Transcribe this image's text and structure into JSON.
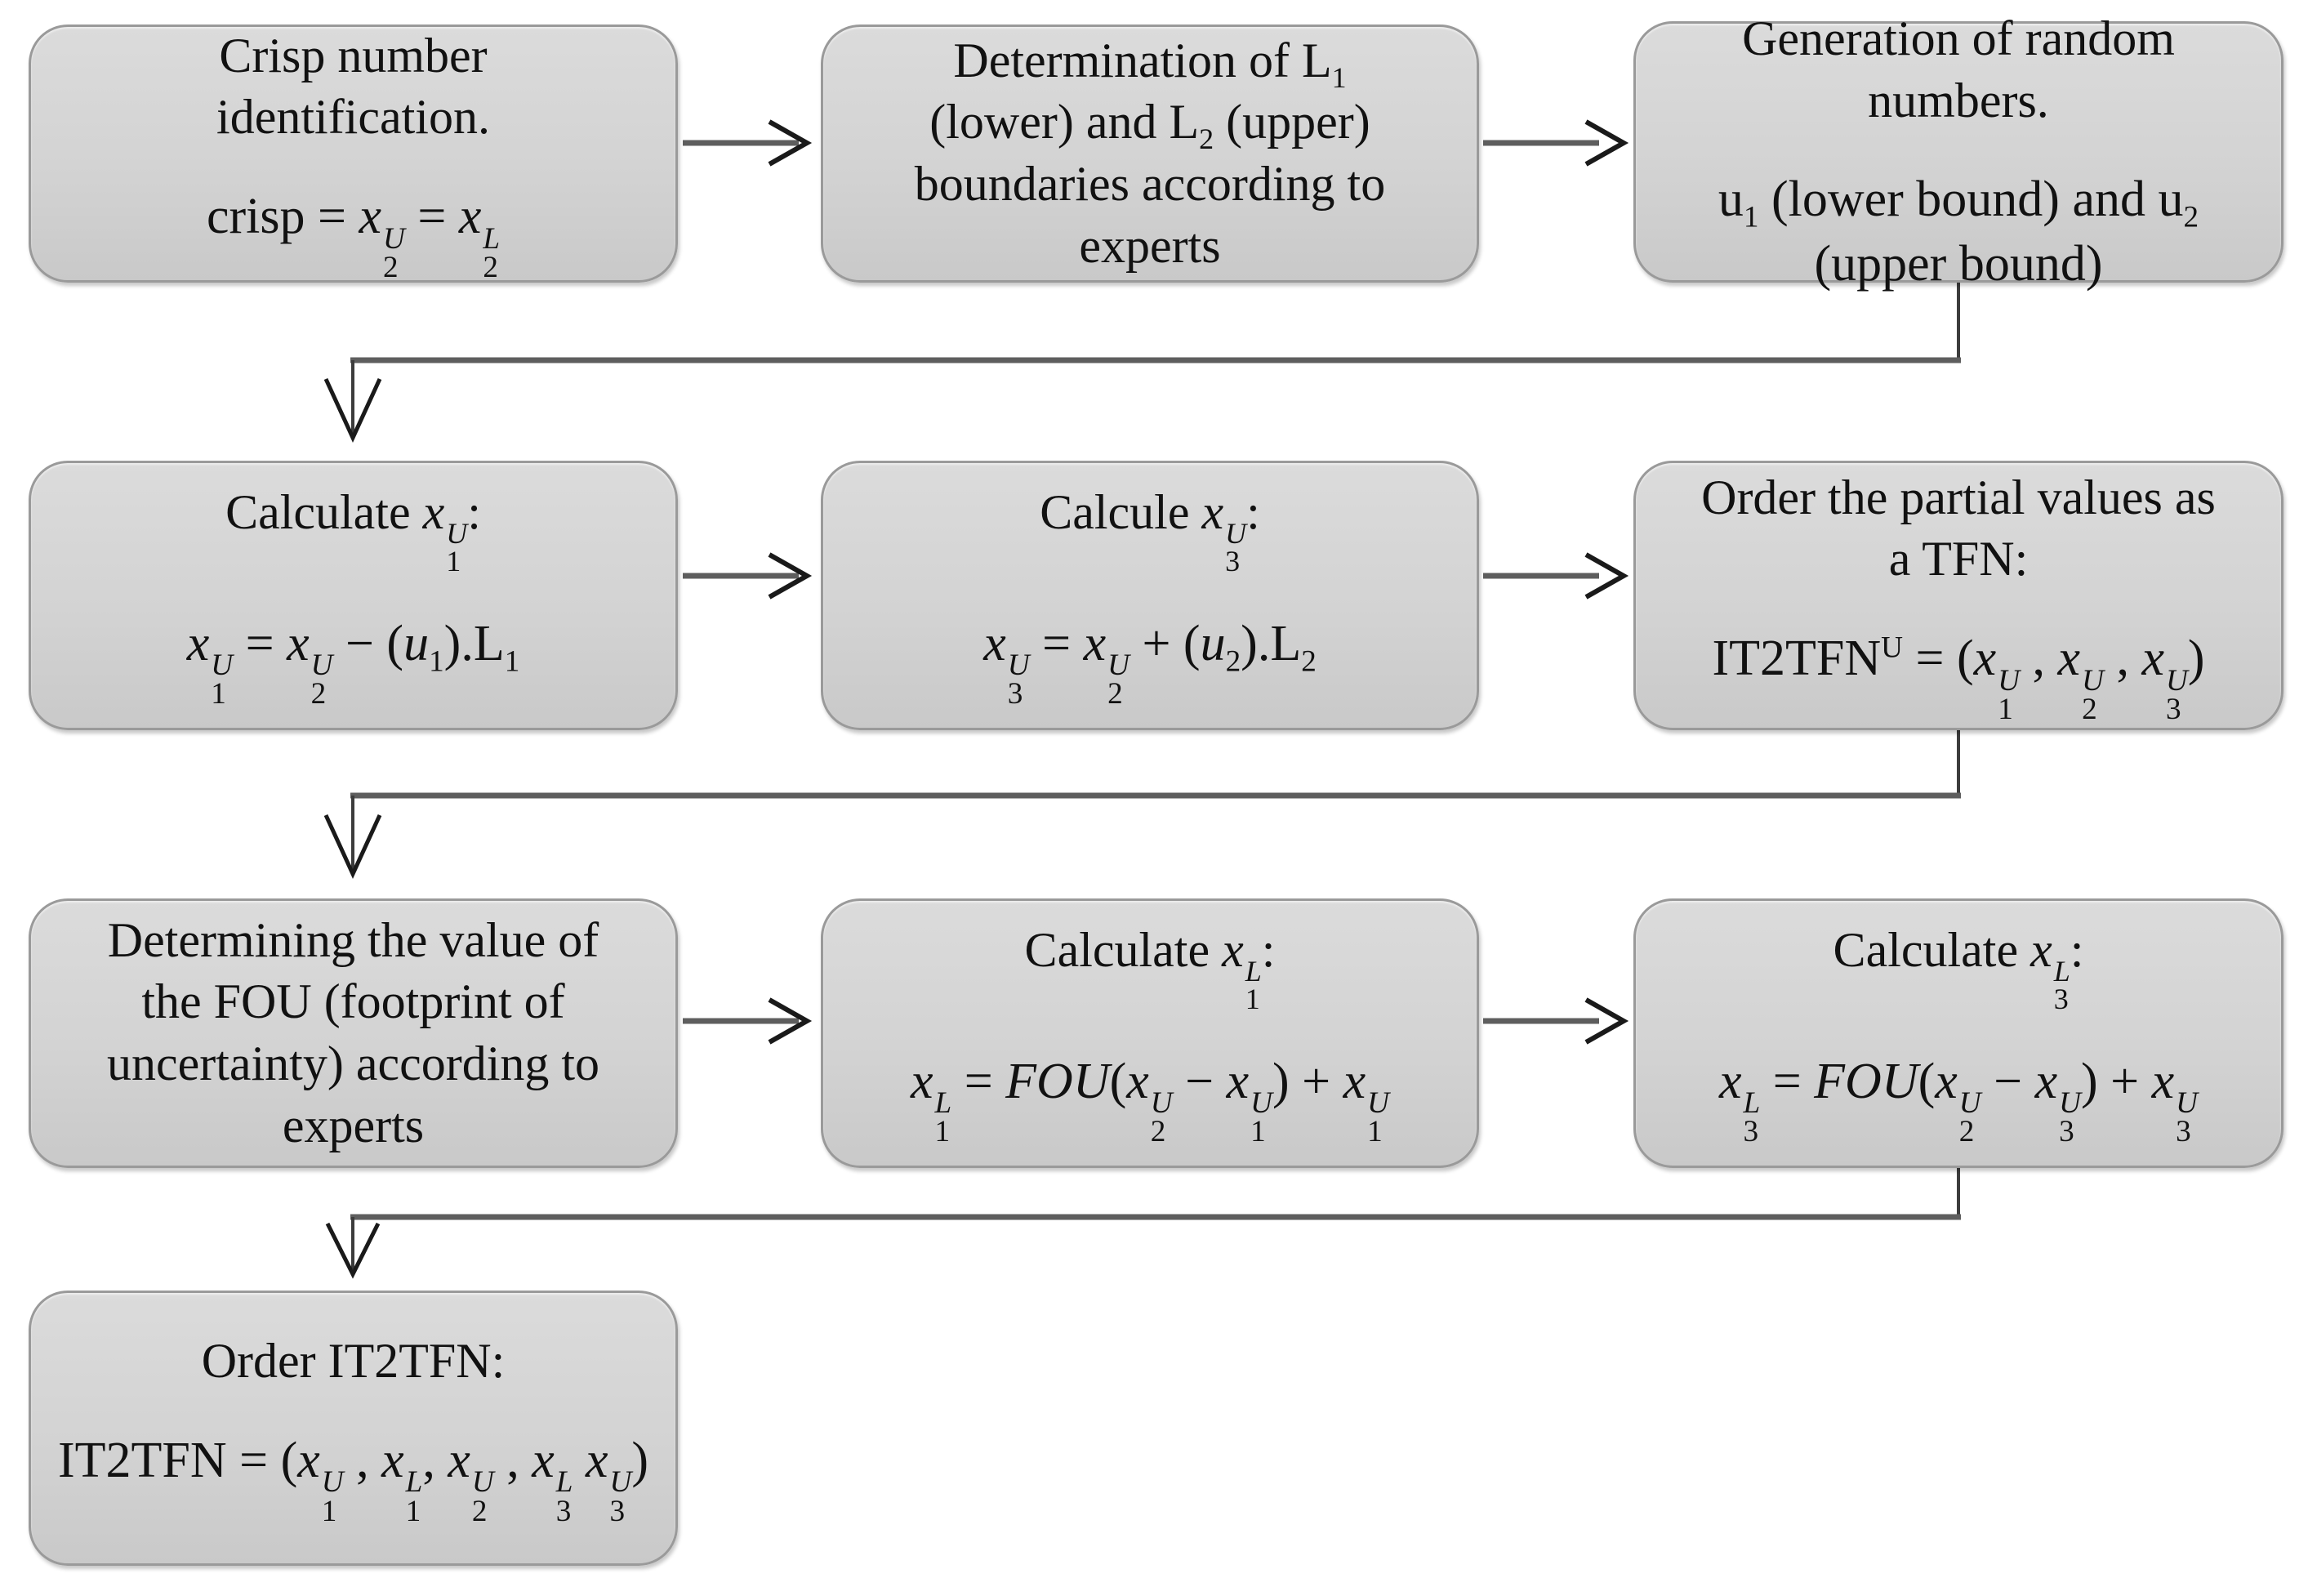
{
  "style": {
    "background": "#ffffff",
    "box_fill_top": "#dbdbdb",
    "box_fill_bottom": "#c9c9c9",
    "box_border": "#9a9a9a",
    "connector_color": "#5e5e5e",
    "arrowhead_color": "#1a1a1a",
    "text_color": "#111111"
  },
  "boxes": {
    "box1": {
      "name": "crisp-number-identification",
      "title": [
        [
          {
            "t": "Crisp number"
          }
        ],
        [
          {
            "t": "identification."
          }
        ]
      ],
      "formula": [
        [
          {
            "t": "crisp = "
          },
          {
            "t": "x",
            "i": true,
            "sup": "U",
            "sub": "2"
          },
          {
            "t": " = "
          },
          {
            "t": "x",
            "i": true,
            "sup": "L",
            "sub": "2"
          }
        ]
      ]
    },
    "box2": {
      "name": "determination-of-boundaries",
      "title": [
        [
          {
            "t": "Determination of "
          },
          {
            "t": "L",
            "sub": "1"
          }
        ],
        [
          {
            "t": "(lower) and "
          },
          {
            "t": "L",
            "sub": "2"
          },
          {
            "t": " (upper)"
          }
        ],
        [
          {
            "t": "boundaries according to"
          }
        ],
        [
          {
            "t": "experts"
          }
        ]
      ]
    },
    "box3": {
      "name": "generation-of-random-numbers",
      "title": [
        [
          {
            "t": "Generation of random"
          }
        ],
        [
          {
            "t": "numbers."
          }
        ]
      ],
      "formula": [
        [
          {
            "t": "u",
            "sub": "1"
          },
          {
            "t": " (lower bound) and "
          },
          {
            "t": "u",
            "sub": "2"
          }
        ],
        [
          {
            "t": "(upper bound)"
          }
        ]
      ]
    },
    "box4": {
      "name": "calculate-x1-upper",
      "title": [
        [
          {
            "t": "Calculate "
          },
          {
            "t": "x",
            "i": true,
            "sup": "U",
            "sub": "1"
          },
          {
            "t": ":"
          }
        ]
      ],
      "formula": [
        [
          {
            "t": "x",
            "i": true,
            "sup": "U",
            "sub": "1"
          },
          {
            "t": " = "
          },
          {
            "t": "x",
            "i": true,
            "sup": "U",
            "sub": "2"
          },
          {
            "t": " − ("
          },
          {
            "t": "u",
            "i": true,
            "sub": "1"
          },
          {
            "t": ")."
          },
          {
            "t": "L",
            "sub": "1"
          }
        ]
      ]
    },
    "box5": {
      "name": "calculate-x3-upper",
      "title": [
        [
          {
            "t": "Calcule "
          },
          {
            "t": "x",
            "i": true,
            "sup": "U",
            "sub": "3"
          },
          {
            "t": ":"
          }
        ]
      ],
      "formula": [
        [
          {
            "t": "x",
            "i": true,
            "sup": "U",
            "sub": "3"
          },
          {
            "t": " = "
          },
          {
            "t": "x",
            "i": true,
            "sup": "U",
            "sub": "2"
          },
          {
            "t": " + ("
          },
          {
            "t": "u",
            "i": true,
            "sub": "2"
          },
          {
            "t": ")."
          },
          {
            "t": "L",
            "sub": "2"
          }
        ]
      ]
    },
    "box6": {
      "name": "order-partial-values-tfn",
      "title": [
        [
          {
            "t": "Order the partial values as"
          }
        ],
        [
          {
            "t": "a TFN:"
          }
        ]
      ],
      "formula": [
        [
          {
            "t": "IT2TFN",
            "sup": "U"
          },
          {
            "t": " = ("
          },
          {
            "t": "x",
            "i": true,
            "sup": "U",
            "sub": "1"
          },
          {
            "t": " , "
          },
          {
            "t": "x",
            "i": true,
            "sup": "U",
            "sub": "2"
          },
          {
            "t": " , "
          },
          {
            "t": "x",
            "i": true,
            "sup": "U",
            "sub": "3"
          },
          {
            "t": ")"
          }
        ]
      ]
    },
    "box7": {
      "name": "determining-fou-value",
      "title": [
        [
          {
            "t": "Determining the value of"
          }
        ],
        [
          {
            "t": "the FOU (footprint of"
          }
        ],
        [
          {
            "t": "uncertainty) according to"
          }
        ],
        [
          {
            "t": "experts"
          }
        ]
      ]
    },
    "box8": {
      "name": "calculate-x1-lower",
      "title": [
        [
          {
            "t": "Calculate "
          },
          {
            "t": "x",
            "i": true,
            "sup": "L",
            "sub": "1"
          },
          {
            "t": ":"
          }
        ]
      ],
      "formula": [
        [
          {
            "t": "x",
            "i": true,
            "sup": "L",
            "sub": "1"
          },
          {
            "t": " = "
          },
          {
            "t": "FOU",
            "i": true
          },
          {
            "t": "("
          },
          {
            "t": "x",
            "i": true,
            "sup": "U",
            "sub": "2"
          },
          {
            "t": " − "
          },
          {
            "t": "x",
            "i": true,
            "sup": "U",
            "sub": "1"
          },
          {
            "t": ") + "
          },
          {
            "t": "x",
            "i": true,
            "sup": "U",
            "sub": "1"
          }
        ]
      ]
    },
    "box9": {
      "name": "calculate-x3-lower",
      "title": [
        [
          {
            "t": "Calculate "
          },
          {
            "t": "x",
            "i": true,
            "sup": "L",
            "sub": "3"
          },
          {
            "t": ":"
          }
        ]
      ],
      "formula": [
        [
          {
            "t": "x",
            "i": true,
            "sup": "L",
            "sub": "3"
          },
          {
            "t": " = "
          },
          {
            "t": "FOU",
            "i": true
          },
          {
            "t": "("
          },
          {
            "t": "x",
            "i": true,
            "sup": "U",
            "sub": "2"
          },
          {
            "t": " − "
          },
          {
            "t": "x",
            "i": true,
            "sup": "U",
            "sub": "3"
          },
          {
            "t": ") + "
          },
          {
            "t": "x",
            "i": true,
            "sup": "U",
            "sub": "3"
          }
        ]
      ]
    },
    "box10": {
      "name": "order-it2tfn",
      "title": [
        [
          {
            "t": "Order IT2TFN:"
          }
        ]
      ],
      "formula": [
        [
          {
            "t": "IT2TFN = ("
          },
          {
            "t": "x",
            "i": true,
            "sup": "U",
            "sub": "1"
          },
          {
            "t": " , "
          },
          {
            "t": "x",
            "i": true,
            "sup": "L",
            "sub": "1"
          },
          {
            "t": ", "
          },
          {
            "t": "x",
            "i": true,
            "sup": "U",
            "sub": "2"
          },
          {
            "t": " , "
          },
          {
            "t": "x",
            "i": true,
            "sup": "L",
            "sub": "3"
          },
          {
            "t": " "
          },
          {
            "t": "x",
            "i": true,
            "sup": "U",
            "sub": "3"
          },
          {
            "t": ")"
          }
        ]
      ]
    }
  }
}
